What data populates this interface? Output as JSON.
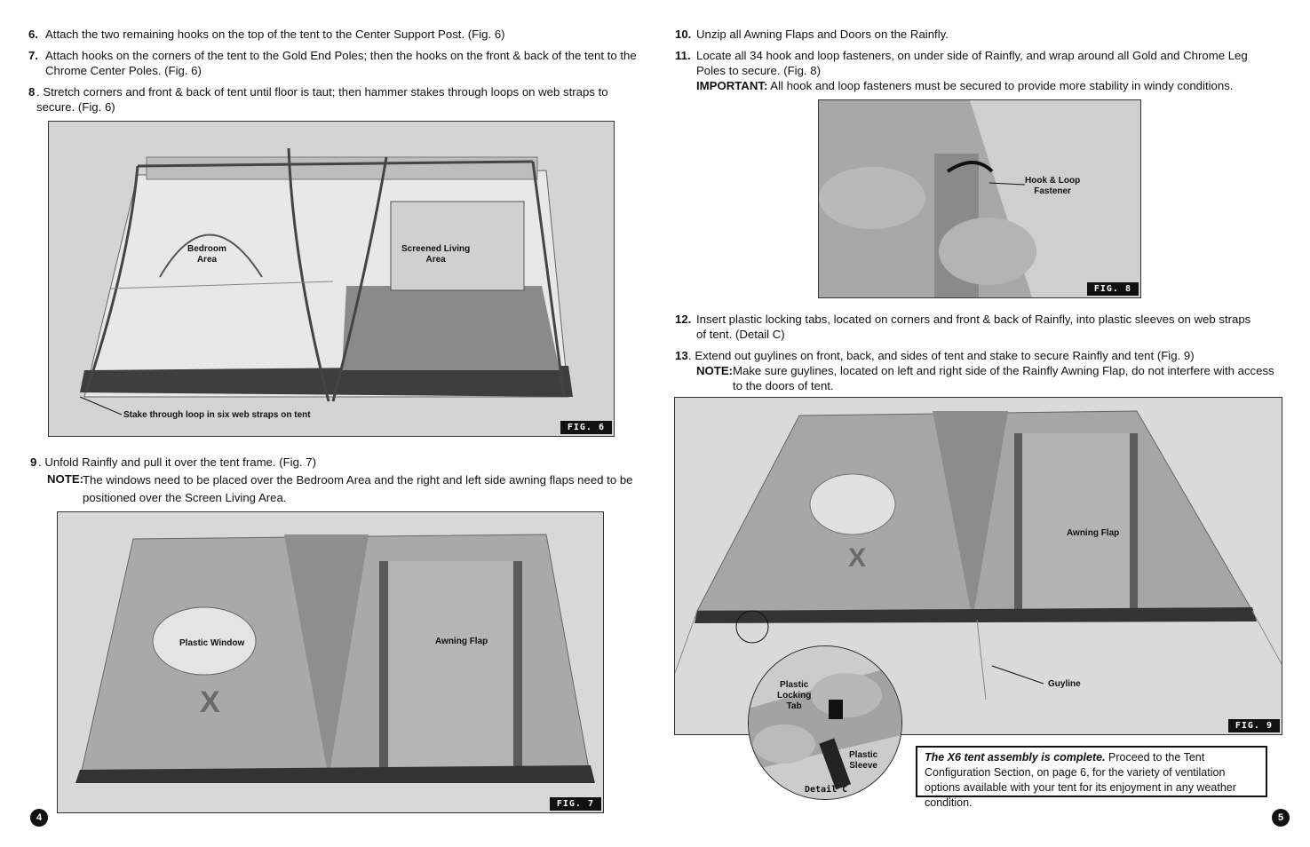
{
  "left_page": {
    "step6": {
      "num": "6.",
      "text": "Attach the two remaining hooks on the top of the tent to the Center Support Post. (Fig. 6)"
    },
    "step7": {
      "num": "7.",
      "text": "Attach hooks on the corners of the tent to the Gold End Poles; then the hooks on the front & back of the tent to the Chrome Center Poles. (Fig. 6)"
    },
    "step8": {
      "num": "8",
      "text": ". Stretch corners and front & back of tent until floor is taut; then hammer stakes through loops on web straps to secure. (Fig. 6)"
    },
    "fig6": {
      "tag": "FIG. 6",
      "bedroom": "Bedroom\nArea",
      "screened": "Screened Living\nArea",
      "stake": "Stake through loop in six web straps on tent"
    },
    "step9": {
      "num": "9",
      "text": ". Unfold Rainfly and pull it over the tent frame. (Fig. 7)",
      "note_label": "NOTE:",
      "note_text": "The windows need to be placed over the Bedroom Area and the right and left side awning flaps need to be positioned over the Screen Living Area."
    },
    "fig7": {
      "tag": "FIG. 7",
      "window": "Plastic Window",
      "awning": "Awning Flap"
    },
    "page_number": "4"
  },
  "right_page": {
    "step10": {
      "num": "10.",
      "text": "Unzip all Awning Flaps and Doors on the Rainfly."
    },
    "step11": {
      "num": "11.",
      "text": "Locate all 34 hook and loop fasteners, on under side of Rainfly, and wrap around all Gold and Chrome Leg Poles to secure. (Fig. 8)",
      "important_label": "IMPORTANT:",
      "important_text": "All hook and loop fasteners must be secured to provide more stability in windy conditions."
    },
    "fig8": {
      "tag": "FIG. 8",
      "fastener": "Hook & Loop\nFastener"
    },
    "step12": {
      "num": "12.",
      "text": "Insert plastic locking tabs, located on corners and front & back of Rainfly, into plastic sleeves on web straps of tent. (Detail C)"
    },
    "step13": {
      "num": "13",
      "text": ". Extend out guylines on front, back, and sides of tent and stake to secure Rainfly and tent (Fig. 9)",
      "note_label": "NOTE:",
      "note_text": "Make sure guylines, located on left and right side of the Rainfly Awning Flap, do not interfere with access to the doors of tent."
    },
    "fig9": {
      "tag": "FIG. 9",
      "awning": "Awning Flap",
      "guyline": "Guyline"
    },
    "detail_c": {
      "label": "Detail C",
      "tab": "Plastic\nLocking\nTab",
      "sleeve": "Plastic\nSleeve"
    },
    "complete": {
      "lead": "The X6 tent assembly is complete.",
      "text": " Proceed to the Tent Configuration Section, on page 6, for the variety of ventilation options available with your tent for its enjoyment in any weather condition."
    },
    "page_number": "5"
  }
}
